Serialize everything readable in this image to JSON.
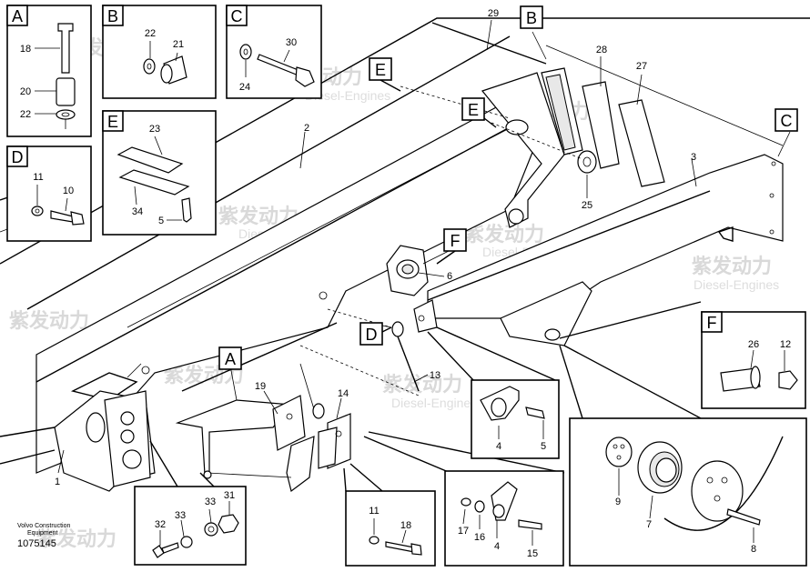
{
  "watermark": {
    "brand": "紫发动力",
    "subtitle": "Diesel-Engines"
  },
  "callouts": {
    "A": "A",
    "B": "B",
    "C": "C",
    "D": "D",
    "E": "E",
    "F": "F"
  },
  "parts": {
    "p1": "1",
    "p2": "2",
    "p3": "3",
    "p4": "4",
    "p4b": "4",
    "p5": "5",
    "p5b": "5",
    "p6": "6",
    "p7": "7",
    "p8": "8",
    "p9": "9",
    "p10": "10",
    "p11": "11",
    "p11b": "11",
    "p12": "12",
    "p13": "13",
    "p14": "14",
    "p15": "15",
    "p16": "16",
    "p17": "17",
    "p18": "18",
    "p18b": "18",
    "p19": "19",
    "p20": "20",
    "p21": "21",
    "p22": "22",
    "p22b": "22",
    "p23": "23",
    "p24": "24",
    "p25": "25",
    "p26": "26",
    "p27": "27",
    "p28": "28",
    "p29": "29",
    "p30": "30",
    "p31": "31",
    "p32": "32",
    "p33": "33",
    "p33b": "33",
    "p34": "34"
  },
  "footer": {
    "line1": "Volvo Construction",
    "line2": "Equipment",
    "doc_number": "1075145"
  }
}
